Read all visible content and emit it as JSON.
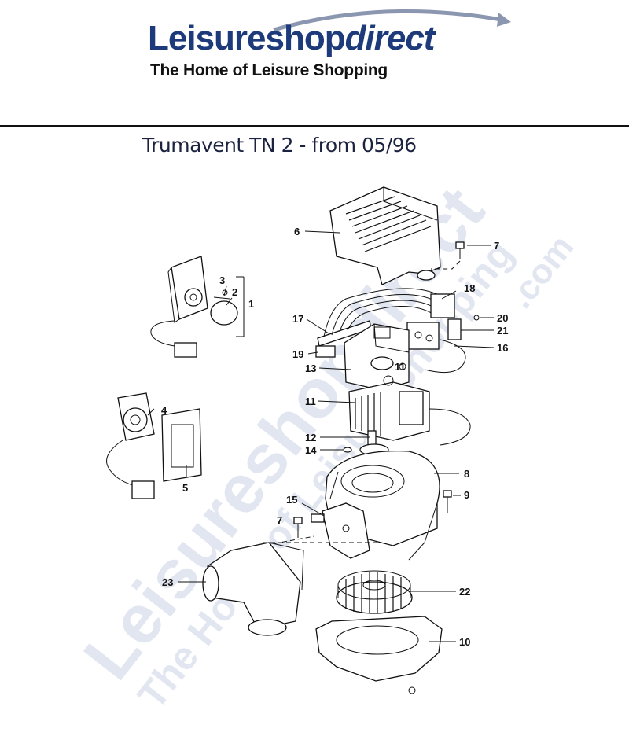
{
  "logo": {
    "brand_main": "Leisureshop",
    "brand_accent": "direct",
    "tagline": "The Home of Leisure Shopping"
  },
  "title": "Trumavent TN 2 - from 05/96",
  "watermark": {
    "main": "Leisureshopdirect",
    "suffix": ".com",
    "tagline": "The Home of Leisure Shopping"
  },
  "callouts": [
    "1",
    "2",
    "3",
    "4",
    "5",
    "6",
    "7",
    "7",
    "8",
    "9",
    "10",
    "11",
    "11",
    "12",
    "13",
    "14",
    "15",
    "16",
    "17",
    "18",
    "19",
    "20",
    "21",
    "22",
    "23"
  ],
  "colors": {
    "brand_blue": "#1d3a7a",
    "text": "#111111",
    "watermark": "#c9d2e4"
  }
}
